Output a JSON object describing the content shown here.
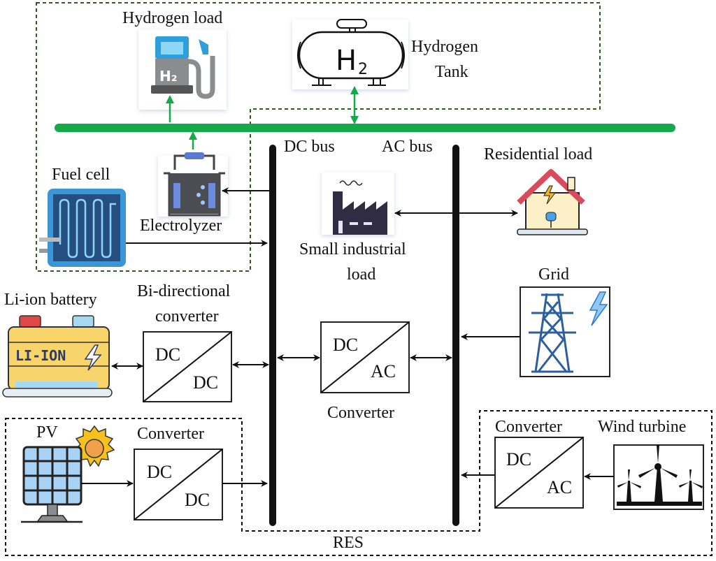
{
  "diagram": {
    "title": "Hybrid renewable microgrid with hydrogen storage",
    "hydrogen_system": {
      "hydrogen_load_label": "Hydrogen load",
      "hydrogen_tank_label_line1": "Hydrogen",
      "hydrogen_tank_label_line2": "Tank",
      "tank_symbol": "H",
      "tank_subscript": "2",
      "pump_symbol": "H₂",
      "fuel_cell_label": "Fuel cell",
      "electrolyzer_label": "Electrolyzer",
      "bus_color": "#16a94a"
    },
    "buses": {
      "dc_bus_label": "DC bus",
      "ac_bus_label": "AC bus"
    },
    "loads": {
      "residential_label": "Residential load",
      "industrial_label_line1": "Small industrial",
      "industrial_label_line2": "load"
    },
    "grid": {
      "label": "Grid"
    },
    "storage": {
      "battery_label": "Li-ion battery",
      "battery_text": "LI-ION",
      "bidir_label_line1": "Bi-directional",
      "bidir_label_line2": "converter"
    },
    "converters": {
      "bidir": {
        "top": "DC",
        "bottom": "DC"
      },
      "center": {
        "top": "DC",
        "bottom": "AC",
        "label": "Converter"
      },
      "pv": {
        "top": "DC",
        "bottom": "DC",
        "label": "Converter"
      },
      "wind": {
        "top": "DC",
        "bottom": "AC",
        "label": "Converter"
      }
    },
    "res": {
      "label": "RES",
      "pv_label": "PV",
      "wind_label": "Wind turbine"
    }
  }
}
